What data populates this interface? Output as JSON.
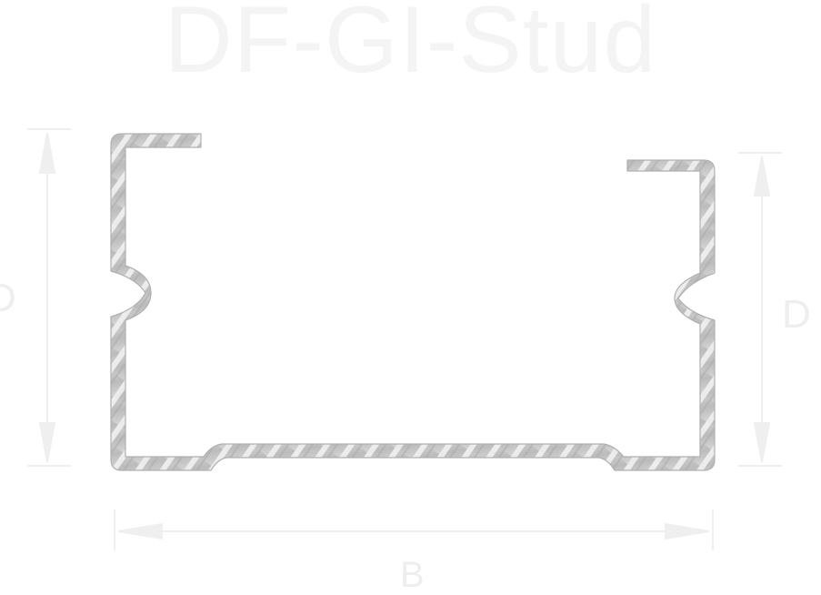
{
  "watermark_text": "DF-GI-Stud",
  "dimensions": {
    "left_label": "D",
    "right_label": "D",
    "bottom_label": "B"
  },
  "colors": {
    "steel_light": "#d9d9d9",
    "steel_mid": "#bdbdbd",
    "steel_stripe": "#f2f2f2",
    "outline": "#a9a9a9",
    "dimension_line": "#eeeeee"
  }
}
